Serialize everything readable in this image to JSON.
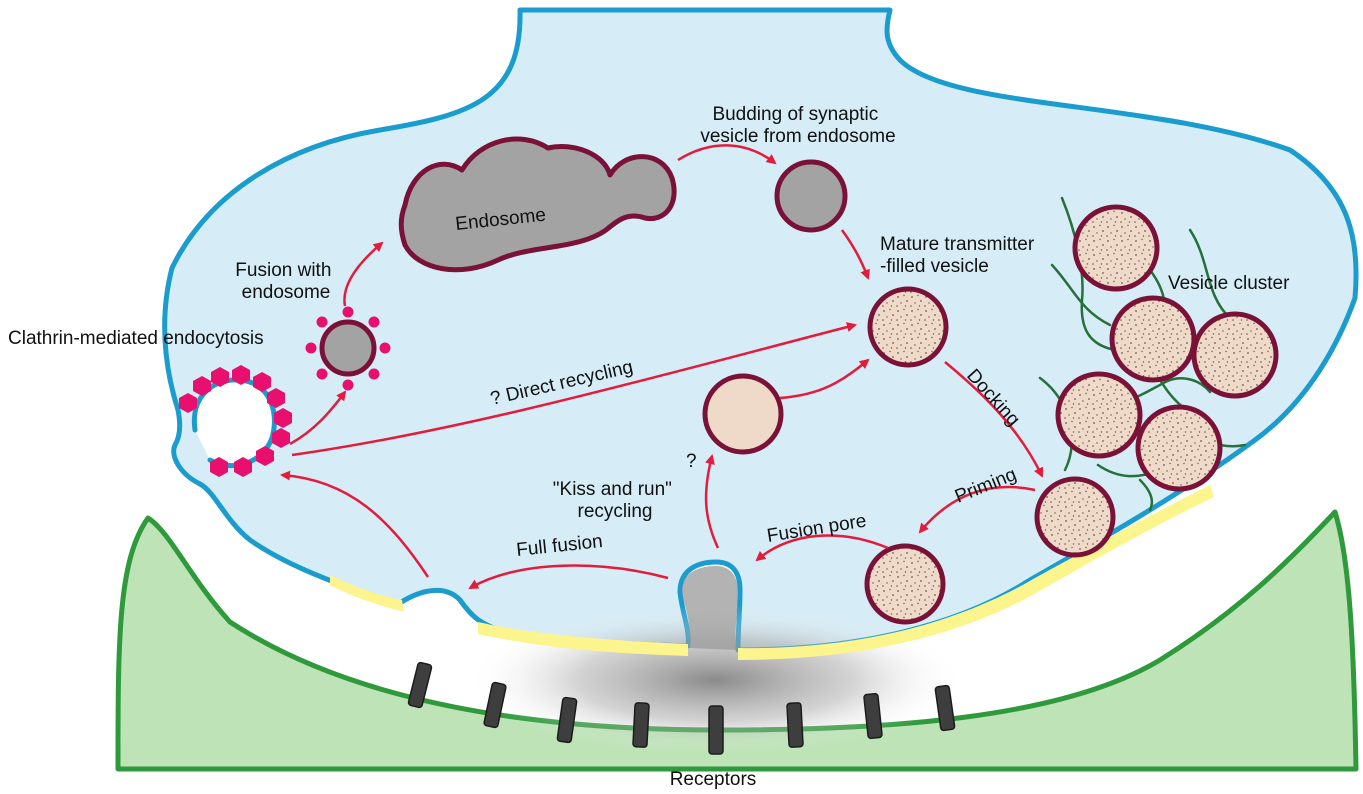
{
  "labels": {
    "budding": [
      "Budding of synaptic",
      "vesicle from endosome"
    ],
    "endosome": "Endosome",
    "fusion_with_endosome": [
      "Fusion with",
      "endosome"
    ],
    "mature_vesicle": [
      "Mature transmitter",
      "-filled vesicle"
    ],
    "vesicle_cluster": "Vesicle cluster",
    "clathrin": "Clathrin-mediated endocytosis",
    "direct_recycling": "? Direct recycling",
    "docking": "Docking",
    "priming": "Priming",
    "kiss_question": "?",
    "kiss_and_run": [
      "\"Kiss and run\"",
      "recycling"
    ],
    "fusion_pore": "Fusion pore",
    "full_fusion": "Full fusion",
    "receptors": "Receptors"
  },
  "colors": {
    "terminal_fill": "#d6ecf6",
    "membrane": "#1a9ccf",
    "vesicle_outline": "#7a1238",
    "vesicle_fill": "#efd9c8",
    "endosome_fill": "#a3a3a3",
    "clathrin": "#e8106e",
    "arrow": "#e31b3c",
    "active_zone": "#fcf58e",
    "postsynaptic_fill": "#bde3b6",
    "postsynaptic_line": "#2f9a3c",
    "filament": "#26703a",
    "receptor": "#3e3e3e"
  }
}
